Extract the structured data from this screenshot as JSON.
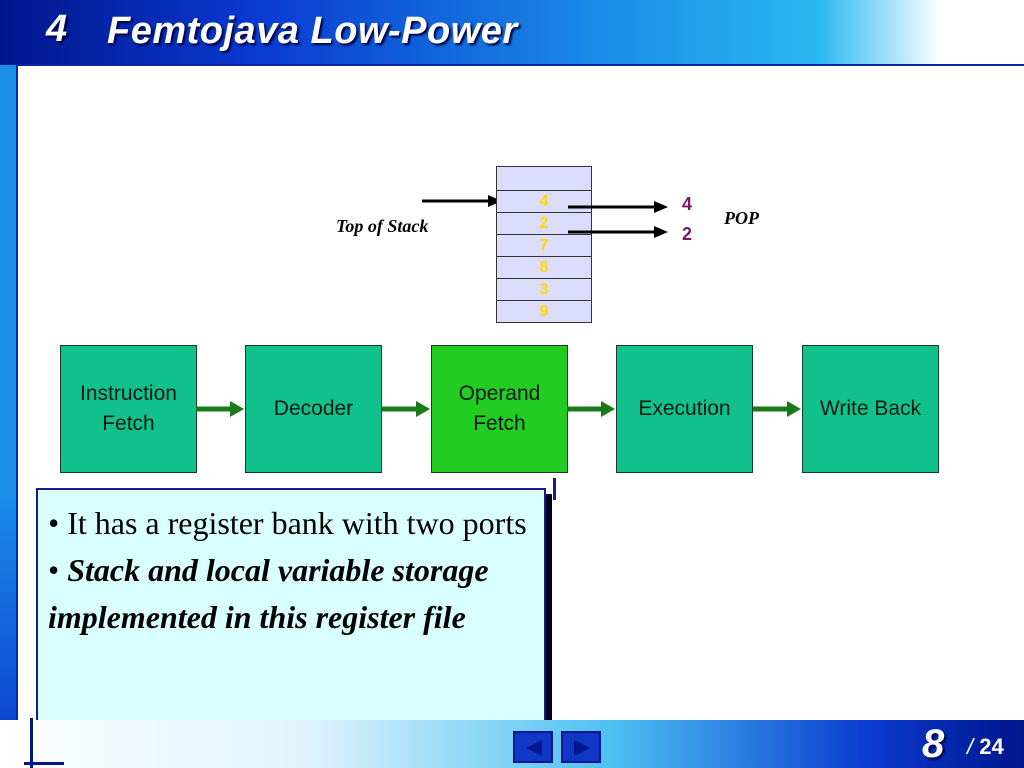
{
  "header": {
    "number": "4",
    "title": "Femtojava Low-Power"
  },
  "stack": {
    "label": "Top of Stack",
    "cells": [
      "",
      "4",
      "2",
      "7",
      "8",
      "3",
      "9"
    ],
    "pop_values": [
      "4",
      "2"
    ],
    "pop_label": "POP"
  },
  "pipeline": {
    "stages": [
      {
        "label": "Instruction\nFetch",
        "active": false
      },
      {
        "label": "Decoder",
        "active": false
      },
      {
        "label": "Operand\nFetch",
        "active": true
      },
      {
        "label": "Execution",
        "active": false
      },
      {
        "label": "Write Back",
        "active": false
      }
    ]
  },
  "textbox": {
    "bullet1": "It has a register bank with two ports",
    "bullet2": "Stack and local variable storage implemented in this register file"
  },
  "footer": {
    "page": "8",
    "total": "24",
    "separator": "/"
  },
  "colors": {
    "stage": "#11c18c",
    "stage_active": "#22cc22",
    "stack_bg": "#dcdcff",
    "stack_digit": "#ffd800",
    "pop_digit": "#7a1666",
    "textbox_bg": "#d9ffff"
  },
  "icons": [
    "arrow-right-icon",
    "pipeline-arrow-icon",
    "nav-back-icon",
    "nav-forward-icon"
  ]
}
